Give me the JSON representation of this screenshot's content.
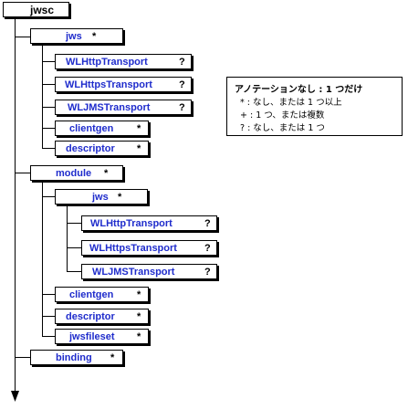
{
  "diagram": {
    "root": {
      "label": "jwsc"
    },
    "elements": {
      "jws": {
        "label": "jws",
        "card": "*"
      },
      "http1": {
        "label": "WLHttpTransport",
        "card": "?"
      },
      "https1": {
        "label": "WLHttpsTransport",
        "card": "?"
      },
      "jms1": {
        "label": "WLJMSTransport",
        "card": "?"
      },
      "clientgen1": {
        "label": "clientgen",
        "card": "*"
      },
      "descriptor1": {
        "label": "descriptor",
        "card": "*"
      },
      "module": {
        "label": "module",
        "card": "*"
      },
      "jws2": {
        "label": "jws",
        "card": "*"
      },
      "http2": {
        "label": "WLHttpTransport",
        "card": "?"
      },
      "https2": {
        "label": "WLHttpsTransport",
        "card": "?"
      },
      "jms2": {
        "label": "WLJMSTransport",
        "card": "?"
      },
      "clientgen2": {
        "label": "clientgen",
        "card": "*"
      },
      "descriptor2": {
        "label": "descriptor",
        "card": "*"
      },
      "jwsfileset": {
        "label": "jwsfileset",
        "card": "*"
      },
      "binding": {
        "label": "binding",
        "card": "*"
      }
    }
  },
  "legend": {
    "title": "アノテーションなし : 1 つだけ",
    "items": [
      {
        "symbol": "*",
        "text": "なし、または 1 つ以上"
      },
      {
        "symbol": "+",
        "text": "1 つ、または複数"
      },
      {
        "symbol": "?",
        "text": "なし、または 1 つ"
      }
    ]
  }
}
